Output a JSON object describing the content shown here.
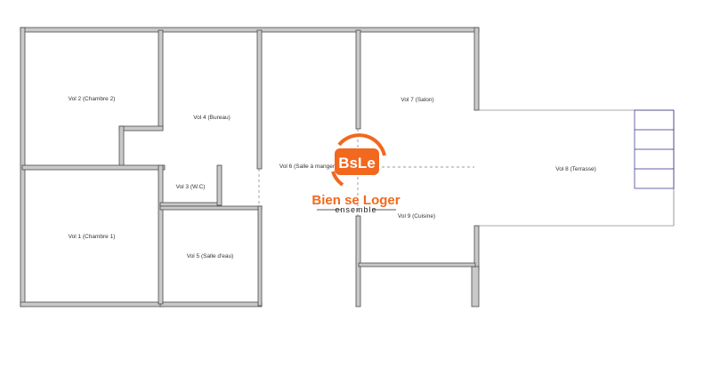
{
  "rooms": [
    {
      "id": "vol2",
      "label": "Vol 2 (Chambre 2)"
    },
    {
      "id": "vol4",
      "label": "Vol 4 (Bureau)"
    },
    {
      "id": "vol7",
      "label": "Vol 7 (Salon)"
    },
    {
      "id": "vol6",
      "label": "Vol 6 (Salle à manger)"
    },
    {
      "id": "vol8",
      "label": "Vol 8 (Terrasse)"
    },
    {
      "id": "vol3",
      "label": "Vol 3 (W.C)"
    },
    {
      "id": "vol9",
      "label": "Vol 9 (Cuisine)"
    },
    {
      "id": "vol1",
      "label": "Vol 1 (Chambre 1)"
    },
    {
      "id": "vol5",
      "label": "Vol 5 (Salle d'eau)"
    }
  ],
  "logo": {
    "monogram": "BsLe",
    "title": "Bien se Loger",
    "subtitle": "ensemble",
    "brand_color": "#f2681f"
  },
  "colors": {
    "wall_fill": "#c9c9c9",
    "wall_stroke": "#4a4a4a",
    "stair_line": "#2b2b8a",
    "dashed_line": "#777777"
  },
  "icons": [
    "staircase-icon"
  ]
}
